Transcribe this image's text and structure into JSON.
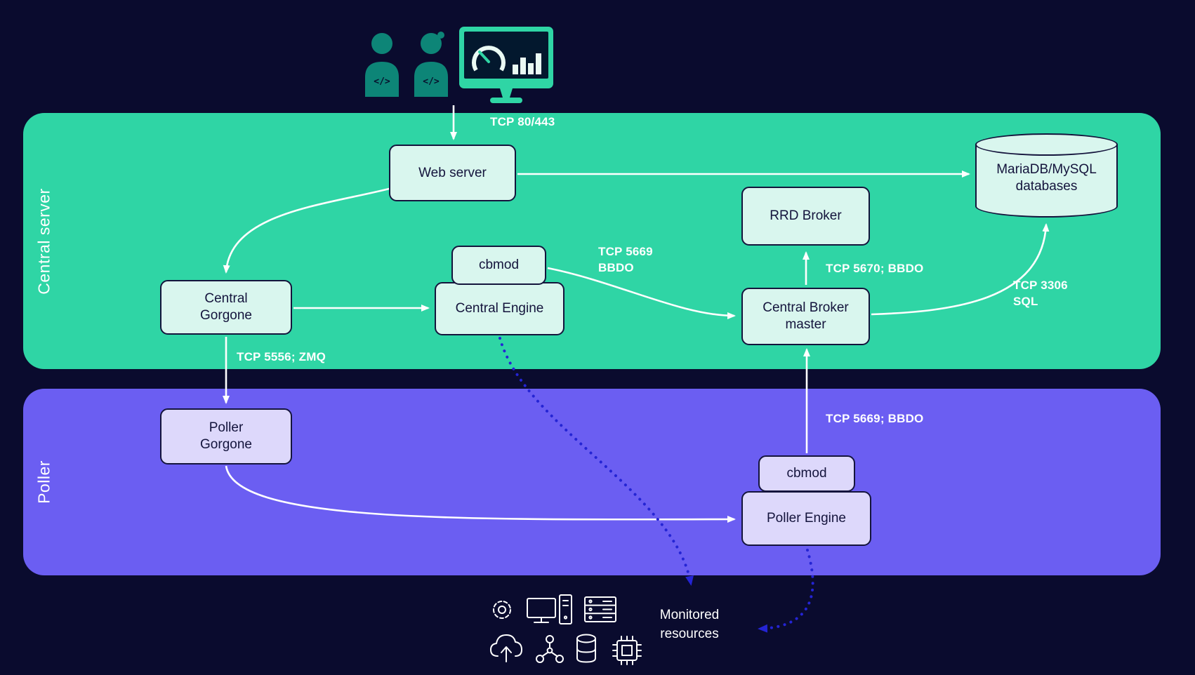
{
  "colors": {
    "bg": "#0a0b2e",
    "zone_central": "#2fd5a5",
    "zone_poller": "#6b5ef2",
    "node_central_fill": "#d9f6ee",
    "node_poller_fill": "#ddd8fb",
    "node_border": "#14143c",
    "node_text": "#14143c",
    "arrow": "#ffffff",
    "dotted_arrow": "#2424d4",
    "icon_teal_dark": "#0d8577",
    "icon_teal": "#2fd5a5",
    "label_text": "#ffffff"
  },
  "zones": {
    "central_server": {
      "label": "Central server"
    },
    "poller": {
      "label": "Poller"
    }
  },
  "nodes": {
    "web_server": {
      "label": "Web server"
    },
    "mariadb": {
      "label": "MariaDB/MySQL\ndatabases"
    },
    "rrd_broker": {
      "label": "RRD Broker"
    },
    "cbmod_central": {
      "label": "cbmod"
    },
    "central_engine": {
      "label": "Central Engine"
    },
    "central_gorgone": {
      "label": "Central\nGorgone"
    },
    "central_broker_master": {
      "label": "Central Broker\nmaster"
    },
    "poller_gorgone": {
      "label": "Poller\nGorgone"
    },
    "cbmod_poller": {
      "label": "cbmod"
    },
    "poller_engine": {
      "label": "Poller Engine"
    },
    "monitored_resources": {
      "label": "Monitored\nresources"
    }
  },
  "edges": {
    "users_to_web_server": {
      "label": "TCP 80/443"
    },
    "engine_to_broker": {
      "label": "TCP 5669\nBBDO"
    },
    "broker_to_rrd": {
      "label": "TCP 5670; BBDO"
    },
    "broker_to_mariadb": {
      "label": "TCP 3306\nSQL"
    },
    "central_gorgone_to_poller_gorgone": {
      "label": "TCP 5556; ZMQ"
    },
    "poller_cbmod_to_broker": {
      "label": "TCP 5669; BBDO"
    }
  },
  "icons": {
    "code_glyph": "</>",
    "top": [
      "developer-user-icon",
      "developer-user-icon",
      "dashboard-monitor-icon"
    ],
    "monitored": [
      "gear-icon",
      "monitor-icon",
      "desktop-tower-icon",
      "server-rack-icon",
      "cloud-upload-icon",
      "network-nodes-icon",
      "database-icon",
      "cpu-chip-icon"
    ]
  }
}
